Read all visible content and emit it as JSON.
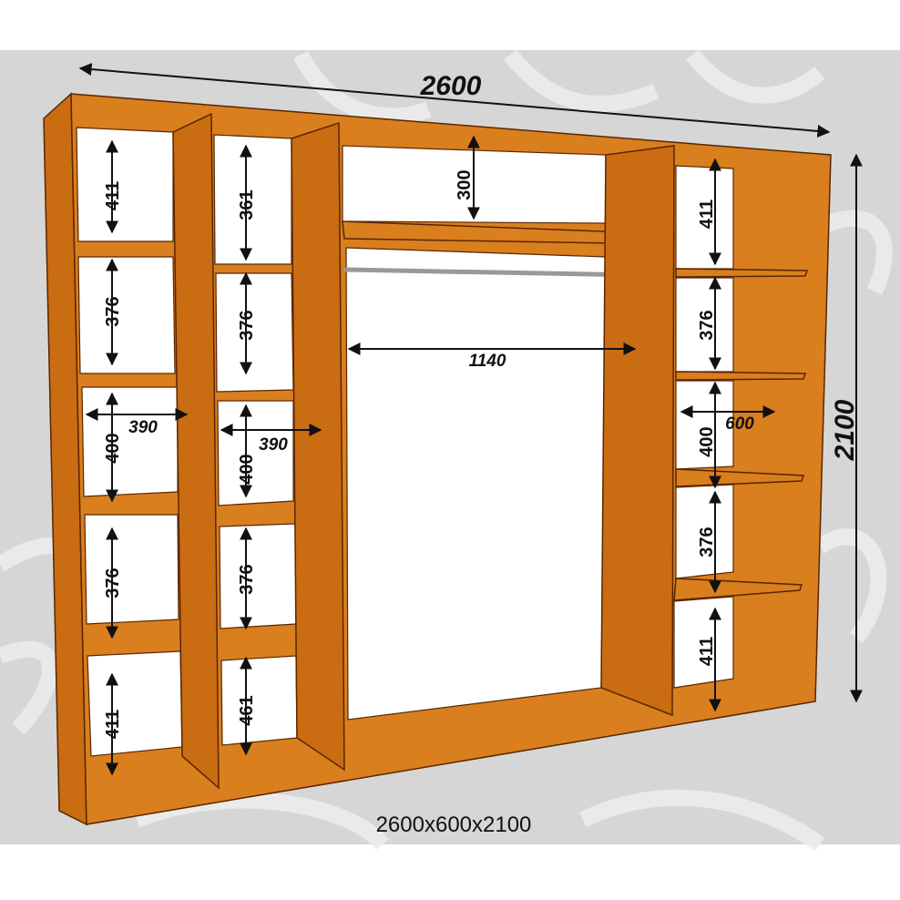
{
  "title_dims": {
    "width": "2600",
    "height": "2100",
    "caption": "2600x600x2100"
  },
  "column1": {
    "heights": [
      "411",
      "376",
      "400",
      "376",
      "411"
    ],
    "width": "390"
  },
  "column2": {
    "heights": [
      "361",
      "376",
      "400",
      "376",
      "461"
    ],
    "width": "390"
  },
  "center": {
    "top_height": "300",
    "hanging_width": "1140"
  },
  "column4": {
    "heights": [
      "411",
      "376",
      "400",
      "376",
      "411"
    ],
    "depth": "600"
  },
  "colors": {
    "wood": "#d97f1e",
    "outline": "#5a2600",
    "background": "#d6d6d6"
  }
}
